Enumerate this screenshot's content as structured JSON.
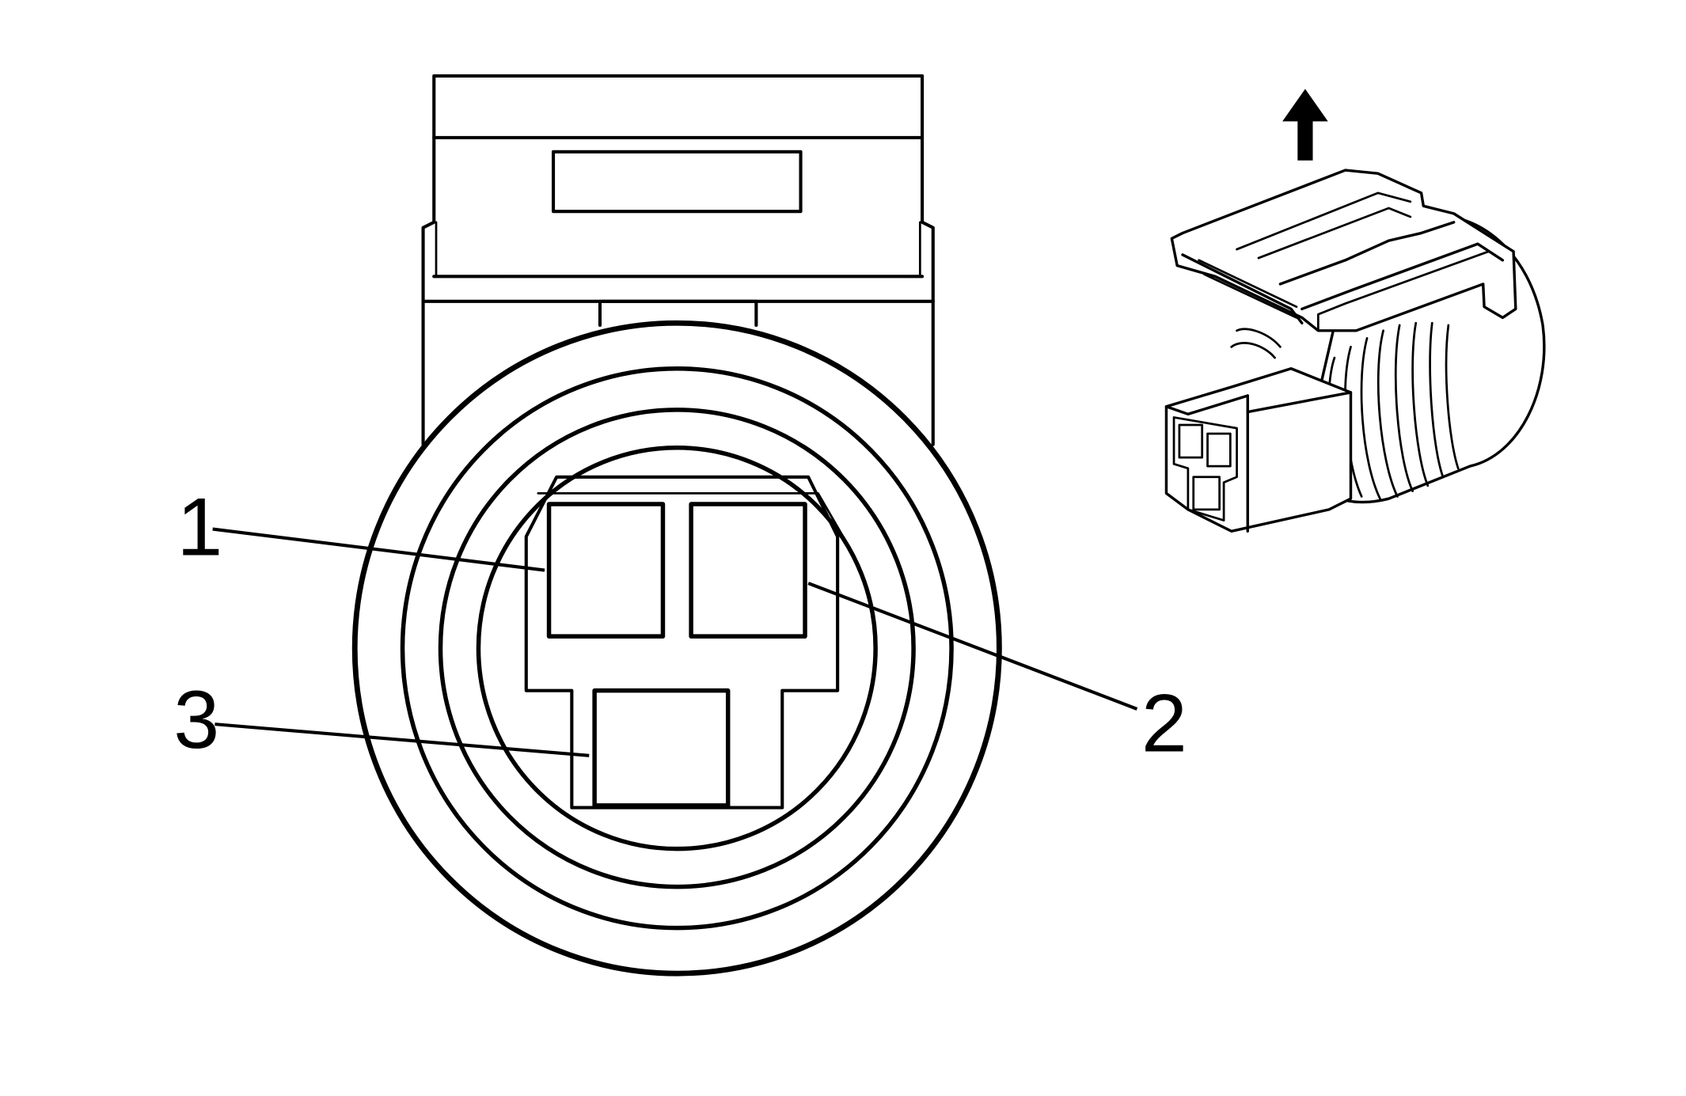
{
  "callouts": [
    {
      "id": "1",
      "label": "1"
    },
    {
      "id": "2",
      "label": "2"
    },
    {
      "id": "3",
      "label": "3"
    }
  ],
  "inset": {
    "direction_arrow": "up-arrow-icon"
  },
  "colors": {
    "line": "#000000",
    "background": "#ffffff"
  }
}
